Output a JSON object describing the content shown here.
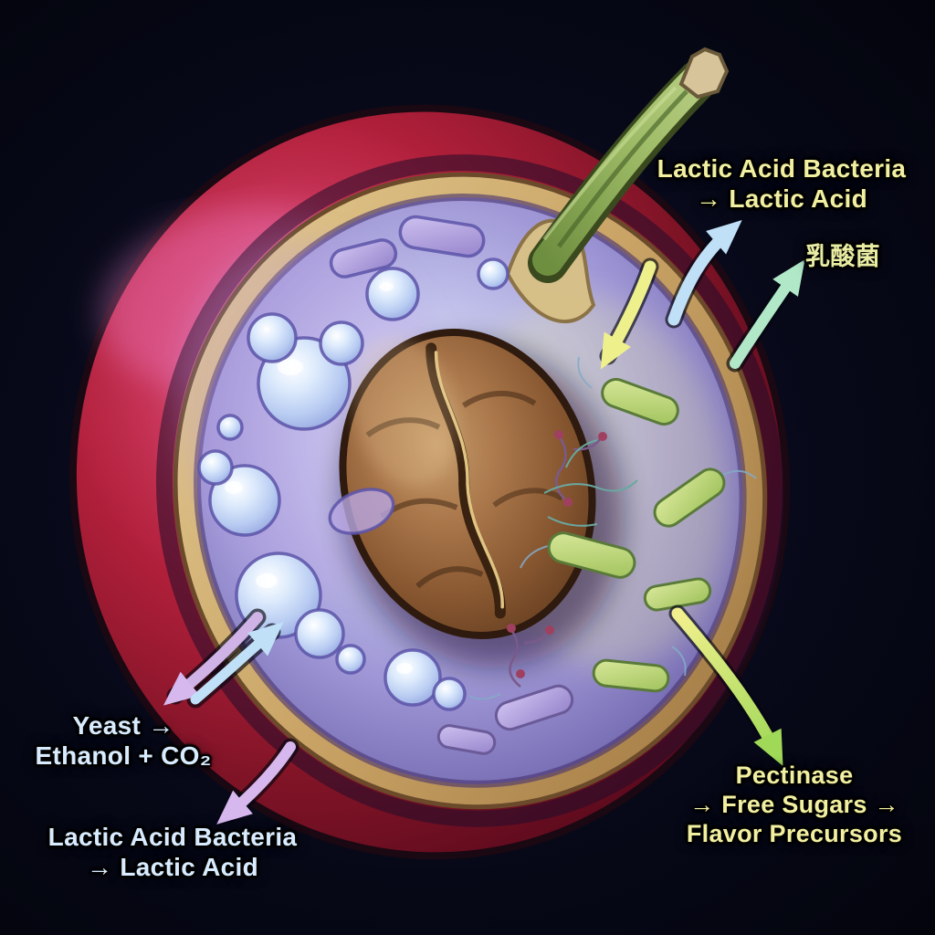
{
  "figure": {
    "name": "coffee-cherry-fermentation-cross-section",
    "type": "illustrated-diagram"
  },
  "labels": {
    "lab_top": {
      "line1": "Lactic Acid Bacteria",
      "line2": "→ Lactic Acid"
    },
    "lab_top_cjk": "乳酸菌",
    "yeast": {
      "line1": "Yeast →",
      "line2": "Ethanol + CO₂"
    },
    "lab_bottom": {
      "line1": "Lactic Acid Bacteria",
      "line2": "→ Lactic Acid"
    },
    "pectinase": {
      "line1": "Pectinase",
      "line2": "→ Free Sugars →",
      "line3": "Flavor Precursors"
    }
  },
  "colors": {
    "background": "#080a1c",
    "label_yellow": "#f2f0a0",
    "label_blue": "#d9ecff",
    "arrow_blue": "#bfe0f7",
    "arrow_green": "#b0e8c8",
    "arrow_yellow": "#eef08c",
    "arrow_purple": "#cfb2e6",
    "arrow_lime_gradient": [
      "#f2f08e",
      "#a0d858"
    ],
    "cherry_skin": "#b01f3a",
    "parchment": "#c9a365",
    "mucilage": "#9f97d6",
    "coffee_bean": "#85552f",
    "stem": "#6f8f40"
  },
  "arrows": [
    {
      "name": "arrow-blue-to-top-label",
      "color": "#bfe0f7",
      "direction": "up-right"
    },
    {
      "name": "arrow-green-to-cjk-label",
      "color": "#b0e8c8",
      "direction": "up-right"
    },
    {
      "name": "arrow-yellow-into-cherry",
      "color": "#eef08c",
      "direction": "down-left"
    },
    {
      "name": "arrow-purple-to-yeast-label",
      "color": "#cfb2e6",
      "direction": "down-left"
    },
    {
      "name": "arrow-blue-from-yeast-label",
      "color": "#bfe0f7",
      "direction": "up-right"
    },
    {
      "name": "arrow-purple-to-lab-label",
      "color": "#d6b8ee",
      "direction": "down-left"
    },
    {
      "name": "arrow-lime-to-pectinase-label",
      "color": "#a0d858",
      "direction": "down-right"
    }
  ]
}
